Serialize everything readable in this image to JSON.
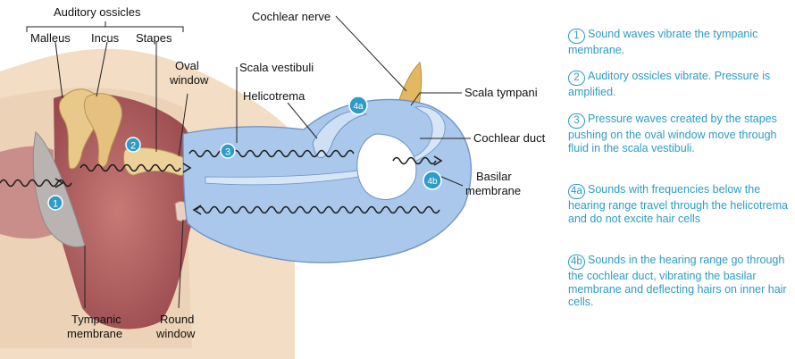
{
  "labels": {
    "auditory_ossicles": "Auditory ossicles",
    "malleus": "Malleus",
    "incus": "Incus",
    "stapes": "Stapes",
    "oval_window_1": "Oval",
    "oval_window_2": "window",
    "cochlear_nerve": "Cochlear nerve",
    "scala_vestibuli": "Scala vestibuli",
    "helicotrema": "Helicotrema",
    "scala_tympani": "Scala tympani",
    "cochlear_duct": "Cochlear duct",
    "basilar_membrane_1": "Basilar",
    "basilar_membrane_2": "membrane",
    "tympanic_membrane_1": "Tympanic",
    "tympanic_membrane_2": "membrane",
    "round_window_1": "Round",
    "round_window_2": "window"
  },
  "markers": {
    "m1": "1",
    "m2": "2",
    "m3": "3",
    "m4a": "4a",
    "m4b": "4b"
  },
  "steps": [
    {
      "num": "1",
      "text": "Sound waves vibrate the tympanic membrane."
    },
    {
      "num": "2",
      "text": "Auditory ossicles vibrate. Pressure is amplified."
    },
    {
      "num": "3",
      "text": "Pressure waves created by the stapes pushing on the oval window move through fluid in the scala vestibuli."
    },
    {
      "num": "4a",
      "text": "Sounds with frequencies below the hearing range travel through the helicotrema and do not excite hair cells"
    },
    {
      "num": "4b",
      "text": "Sounds in the hearing range go through the cochlear duct, vibrating the basilar membrane and deflecting hairs on inner hair cells."
    }
  ],
  "colors": {
    "accent": "#2e9cc6",
    "bone": "#e9c98a",
    "tissue": "#b86466",
    "fluid": "#a9c8ec",
    "nerve": "#e2b961"
  }
}
